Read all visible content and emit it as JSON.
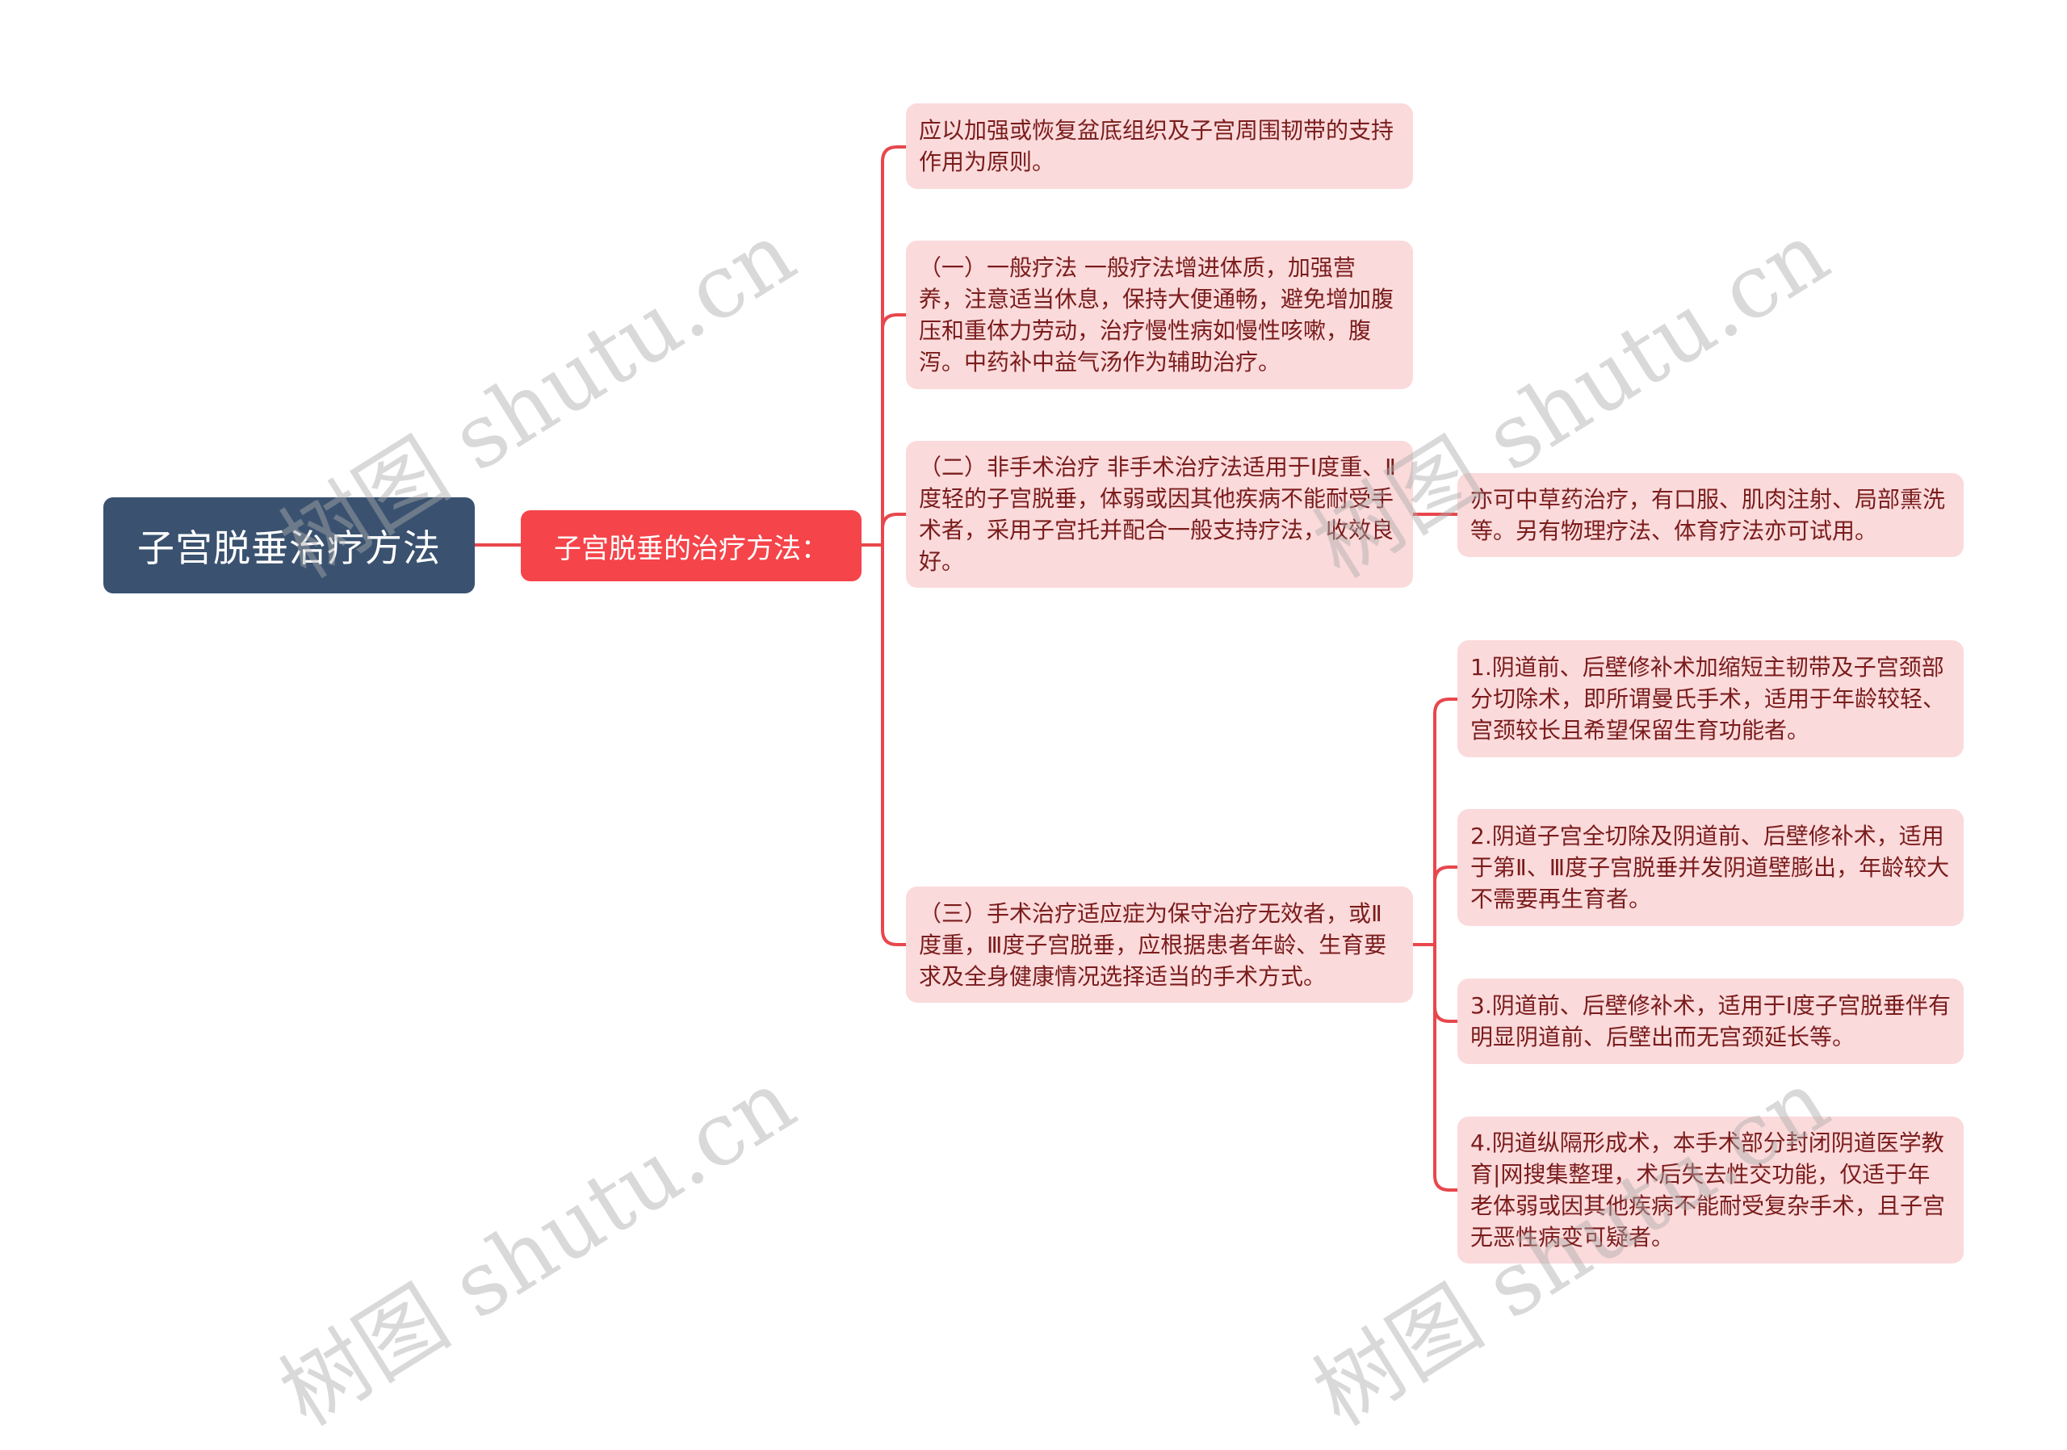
{
  "mindmap": {
    "root": {
      "label": "子宫脱垂治疗方法",
      "color": "#3a5270"
    },
    "branch": {
      "label": "子宫脱垂的治疗方法：",
      "color": "#f5444a"
    },
    "children": [
      {
        "text": "应以加强或恢复盆底组织及子宫周围韧带的支持作用为原则。"
      },
      {
        "text": "（一）一般疗法  一般疗法增进体质，加强营养，注意适当休息，保持大便通畅，避免增加腹压和重体力劳动，治疗慢性病如慢性咳嗽，腹泻。中药补中益气汤作为辅助治疗。"
      },
      {
        "text": "（二）非手术治疗 非手术治疗法适用于Ⅰ度重、Ⅱ度轻的子宫脱垂，体弱或因其他疾病不能耐受手术者，采用子宫托并配合一般支持疗法，收效良好。",
        "sub": "亦可中草药治疗，有口服、肌肉注射、局部熏洗等。另有物理疗法、体育疗法亦可试用。"
      },
      {
        "text": "（三）手术治疗适应症为保守治疗无效者，或Ⅱ度重，Ⅲ度子宫脱垂，应根据患者年龄、生育要求及全身健康情况选择适当的手术方式。",
        "items": [
          "1.阴道前、后壁修补术加缩短主韧带及子宫颈部分切除术，即所谓曼氏手术，适用于年龄较轻、宫颈较长且希望保留生育功能者。",
          "2.阴道子宫全切除及阴道前、后壁修补术，适用于第Ⅱ、Ⅲ度子宫脱垂并发阴道壁膨出，年龄较大不需要再生育者。",
          "3.阴道前、后壁修补术，适用于Ⅰ度子宫脱垂伴有明显阴道前、后壁出而无宫颈延长等。",
          "4.阴道纵隔形成术，本手术部分封闭阴道医学教育|网搜集整理，术后失去性交功能，仅适于年老体弱或因其他疾病不能耐受复杂手术，且子宫无恶性病变可疑者。"
        ]
      }
    ],
    "colors": {
      "link": "#e8474c",
      "leaf_bg": "#fbdadb",
      "leaf_text": "#7a1c1c"
    }
  },
  "watermark": {
    "text": "树图 shutu.cn"
  }
}
